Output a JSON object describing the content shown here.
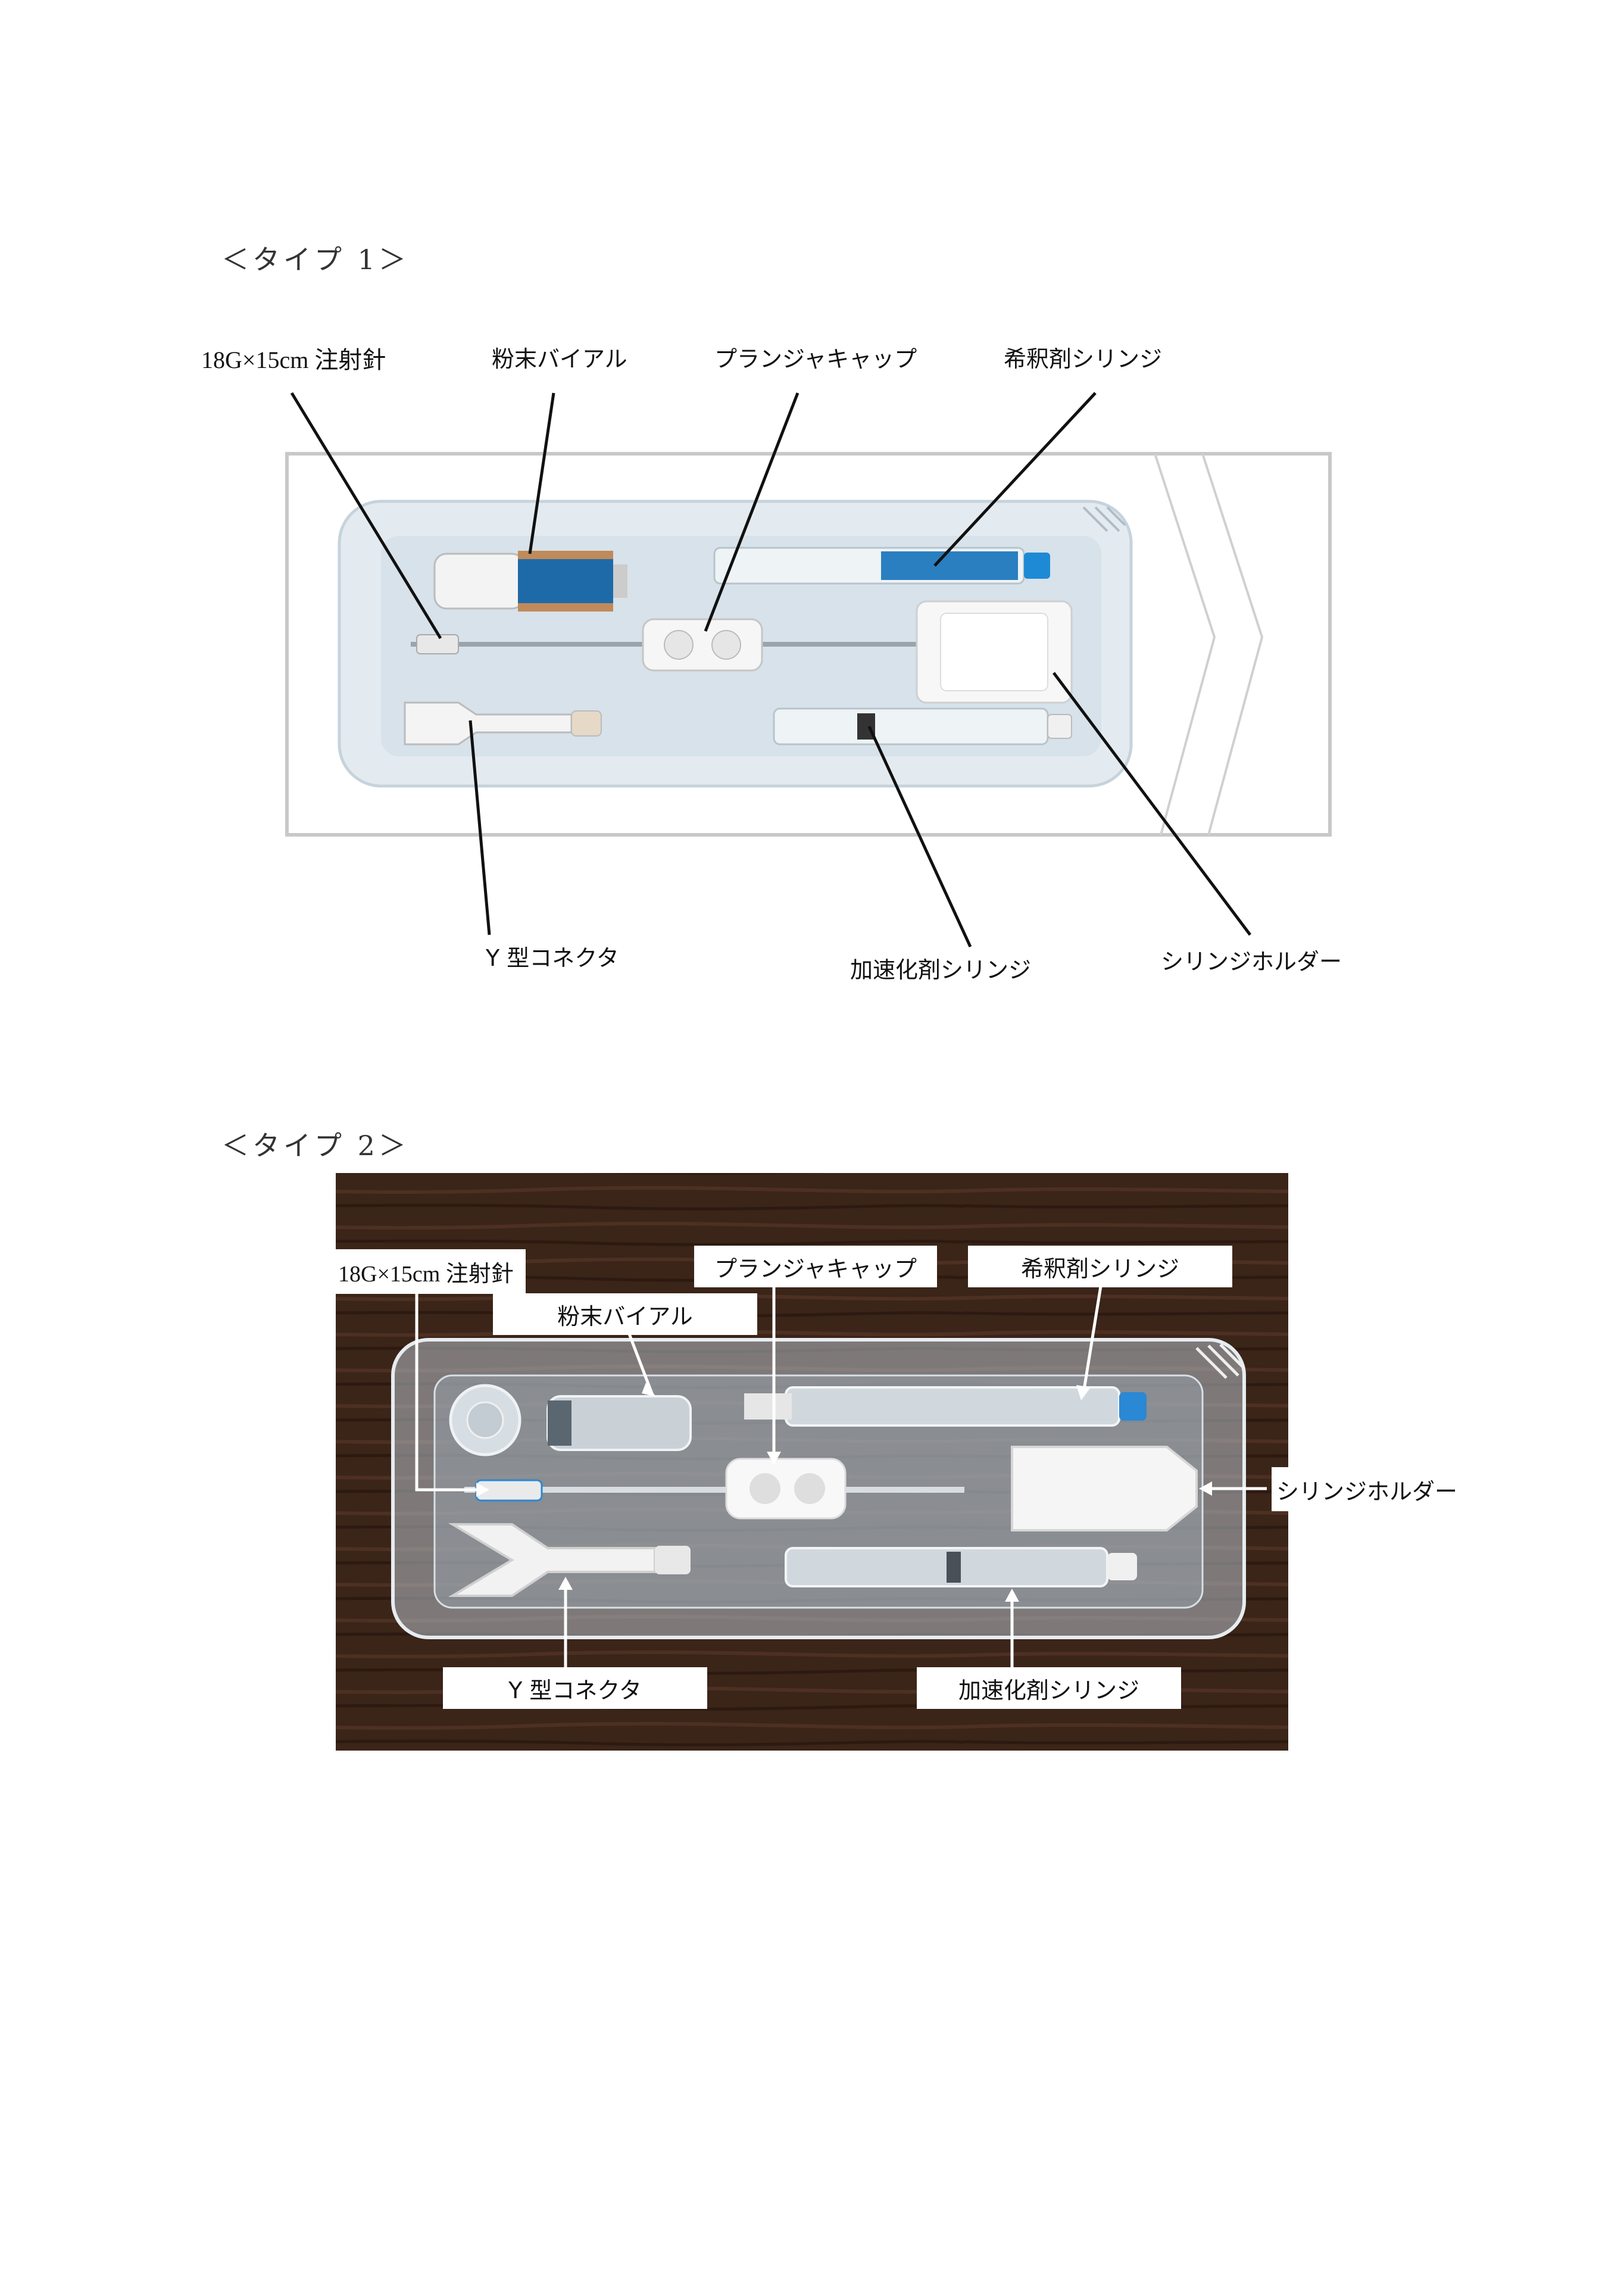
{
  "type1": {
    "heading": "＜タイプ 1＞",
    "labels": {
      "needle": "18G×15cm 注射針",
      "powder_vial": "粉末バイアル",
      "plunger_cap": "プランジャキャップ",
      "diluent_syringe": "希釈剤シリンジ",
      "y_connector": "Y 型コネクタ",
      "accelerator_syringe": "加速化剤シリンジ",
      "syringe_holder": "シリンジホルダー"
    }
  },
  "type2": {
    "heading": "＜タイプ 2＞",
    "labels": {
      "needle": "18G×15cm 注射針",
      "powder_vial": "粉末バイアル",
      "plunger_cap": "プランジャキャップ",
      "diluent_syringe": "希釈剤シリンジ",
      "syringe_holder": "シリンジホルダー",
      "y_connector": "Y 型コネクタ",
      "accelerator_syringe": "加速化剤シリンジ"
    }
  },
  "colors": {
    "accent_blue": "#1e6aa8",
    "wood": "#3b2418",
    "tray": "#dfe8ee"
  }
}
